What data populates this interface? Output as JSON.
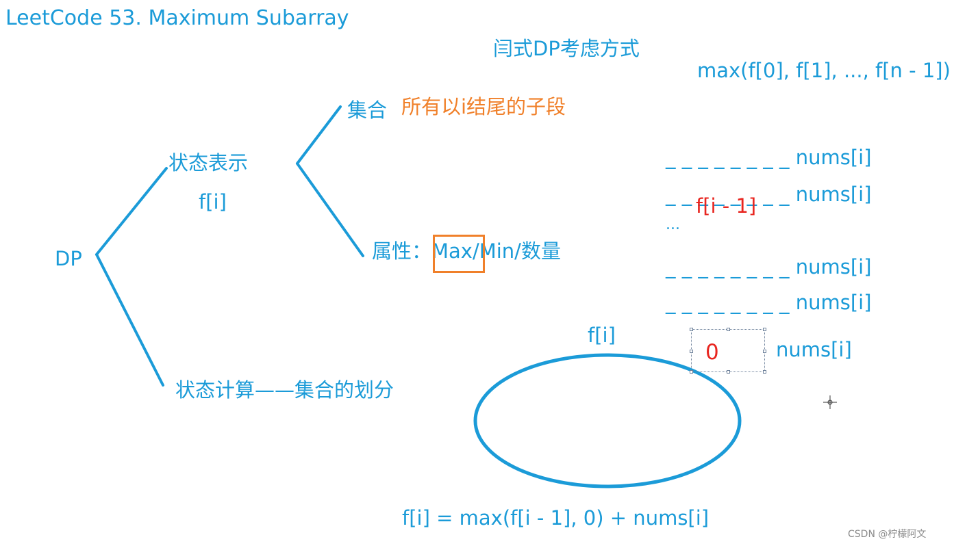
{
  "title": "LeetCode 53. Maximum Subarray",
  "dp_mode": "闫式DP考虑方式",
  "max_formula": "max(f[0], f[1], ..., f[n - 1])",
  "tree": {
    "root": "DP",
    "state_representation": "状态表示",
    "state_symbol": "f[i]",
    "set_label": "集合",
    "set_description": "所有以i结尾的子段",
    "attribute_line": "属性：Max/Min/数量",
    "state_computation": "状态计算——集合的划分"
  },
  "partition": {
    "rows": [
      "_ _ _ _ _ _ _ _ nums[i]",
      "_ _ _ _ _ _ _ _ nums[i]",
      "...",
      "_ _ _ _ _ _ _ _ nums[i]",
      "_ _ _ _ _ _ _ _ nums[i]"
    ],
    "prev_label": "f[i - 1]",
    "zero_label": "0",
    "last_nums": "nums[i]",
    "ellipse_label": "f[i]"
  },
  "bottom_formula": "f[i] = max(f[i - 1], 0) + nums[i]",
  "watermark": "CSDN @柠檬阿文",
  "colors": {
    "primary": "#1b9bd8",
    "accent": "#f0802a",
    "highlight": "#e8251f"
  }
}
